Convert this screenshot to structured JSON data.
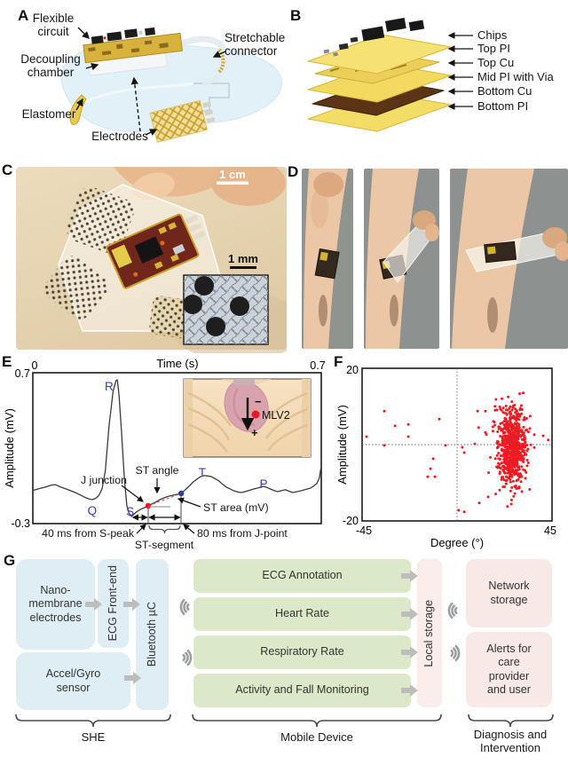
{
  "colors": {
    "she_box": "#dfeef5",
    "mobile_box": "#dbe9c8",
    "cloud_box": "#f8e9e6",
    "local_box": "#f9ecea",
    "arrow_gray": "#bdbdbd",
    "wireless_gray": "#9aa0a0",
    "brace": "#4a4a4a",
    "ecg_line": "#3c3c3c",
    "wave_label_blue": "#3a3ab8",
    "red": "#e8191c",
    "st_dash_red": "#e05a5a",
    "blue_dot": "#2f3d9e",
    "scatter_red": "#ed1c24",
    "gold": "#d9b23b",
    "pale_gold": "#f4dd66",
    "dark_cu": "#5a3414",
    "elastomer_blue": "#dff0f7"
  },
  "panel_labels": {
    "a": "A",
    "b": "B",
    "c": "C",
    "d": "D",
    "e": "E",
    "f": "F",
    "g": "G"
  },
  "panelA": {
    "flexible_circuit": "Flexible\ncircuit",
    "stretchable_connector": "Stretchable\nconnector",
    "decoupling_chamber": "Decoupling\nchamber",
    "elastomer": "Elastomer",
    "electrodes": "Electrodes"
  },
  "panelB": {
    "layers": [
      "Chips",
      "Top PI",
      "Top Cu",
      "Mid PI with Via",
      "Bottom Cu",
      "Bottom PI"
    ]
  },
  "panelC": {
    "scale_main": "1 cm",
    "scale_inset": "1 mm"
  },
  "panelE_inset": {
    "label": "MLV2",
    "minus": "−",
    "plus": "+"
  },
  "chart_data": [
    {
      "id": "panelE_ecg",
      "type": "line",
      "xlabel": "Time (s)",
      "ylabel": "Amplitude (mV)",
      "xlim": [
        0,
        0.7
      ],
      "ylim": [
        -0.3,
        0.7
      ],
      "xticks": [
        "0",
        "0.7"
      ],
      "yticks": [
        "0.7",
        "-0.3"
      ],
      "series": [
        {
          "name": "ECG lead MLV2",
          "points": [
            [
              0,
              -0.08
            ],
            [
              0.015,
              -0.068
            ],
            [
              0.03,
              -0.058
            ],
            [
              0.045,
              -0.045
            ],
            [
              0.055,
              -0.042
            ],
            [
              0.065,
              -0.055
            ],
            [
              0.075,
              -0.065
            ],
            [
              0.09,
              -0.08
            ],
            [
              0.103,
              -0.094
            ],
            [
              0.115,
              -0.11
            ],
            [
              0.125,
              -0.124
            ],
            [
              0.135,
              -0.135
            ],
            [
              0.144,
              -0.141
            ],
            [
              0.152,
              -0.133
            ],
            [
              0.16,
              -0.115
            ],
            [
              0.168,
              -0.07
            ],
            [
              0.176,
              0.05
            ],
            [
              0.185,
              0.35
            ],
            [
              0.195,
              0.58
            ],
            [
              0.202,
              0.648
            ],
            [
              0.205,
              0.653
            ],
            [
              0.209,
              0.56
            ],
            [
              0.215,
              0.32
            ],
            [
              0.222,
              0.0
            ],
            [
              0.228,
              -0.18
            ],
            [
              0.233,
              -0.229
            ],
            [
              0.239,
              -0.253
            ],
            [
              0.245,
              -0.238
            ],
            [
              0.252,
              -0.222
            ],
            [
              0.261,
              -0.206
            ],
            [
              0.271,
              -0.194
            ],
            [
              0.28,
              -0.182
            ],
            [
              0.29,
              -0.168
            ],
            [
              0.297,
              -0.159
            ],
            [
              0.308,
              -0.142
            ],
            [
              0.319,
              -0.129
            ],
            [
              0.33,
              -0.118
            ],
            [
              0.34,
              -0.112
            ],
            [
              0.35,
              -0.106
            ],
            [
              0.36,
              -0.1
            ],
            [
              0.37,
              -0.075
            ],
            [
              0.379,
              -0.053
            ],
            [
              0.39,
              -0.022
            ],
            [
              0.398,
              -0.006
            ],
            [
              0.407,
              0.012
            ],
            [
              0.416,
              0.018
            ],
            [
              0.424,
              0.016
            ],
            [
              0.433,
              0.012
            ],
            [
              0.442,
              -0.002
            ],
            [
              0.452,
              -0.018
            ],
            [
              0.461,
              -0.04
            ],
            [
              0.47,
              -0.059
            ],
            [
              0.48,
              -0.072
            ],
            [
              0.487,
              -0.082
            ],
            [
              0.497,
              -0.09
            ],
            [
              0.506,
              -0.094
            ],
            [
              0.515,
              -0.088
            ],
            [
              0.523,
              -0.082
            ],
            [
              0.534,
              -0.072
            ],
            [
              0.545,
              -0.065
            ],
            [
              0.553,
              -0.058
            ],
            [
              0.56,
              -0.053
            ],
            [
              0.568,
              -0.06
            ],
            [
              0.577,
              -0.071
            ],
            [
              0.585,
              -0.08
            ],
            [
              0.594,
              -0.088
            ],
            [
              0.603,
              -0.082
            ],
            [
              0.613,
              -0.076
            ],
            [
              0.622,
              -0.085
            ],
            [
              0.631,
              -0.094
            ],
            [
              0.641,
              -0.088
            ],
            [
              0.652,
              -0.082
            ],
            [
              0.663,
              -0.073
            ],
            [
              0.674,
              -0.065
            ],
            [
              0.681,
              -0.052
            ],
            [
              0.689,
              -0.035
            ],
            [
              0.695,
              0.0
            ],
            [
              0.7,
              0.082
            ]
          ]
        }
      ],
      "key_points": {
        "j_point": [
          0.28,
          -0.182
        ],
        "st_end": [
          0.36,
          -0.1
        ]
      },
      "wave_labels": [
        {
          "text": "R",
          "x": 0.185,
          "y": 0.606
        },
        {
          "text": "Q",
          "x": 0.144,
          "y": -0.218
        },
        {
          "text": "S",
          "x": 0.236,
          "y": -0.224
        },
        {
          "text": "T",
          "x": 0.411,
          "y": 0.035
        },
        {
          "text": "P",
          "x": 0.56,
          "y": -0.041
        }
      ],
      "annotations": {
        "j_junction": "J junction",
        "st_angle": "ST angle",
        "st_area": "ST area (mV)",
        "ms40": "40 ms from S-peak",
        "st_segment": "ST-segment",
        "ms80": "80 ms from J-point"
      }
    },
    {
      "id": "panelF_scatter",
      "type": "scatter",
      "xlabel": "Degree (°)",
      "ylabel": "Amplitude (mV)",
      "xlim": [
        -45,
        45
      ],
      "ylim": [
        -20,
        20
      ],
      "xticks": [
        "-45",
        "45"
      ],
      "yticks": [
        "20",
        "-20"
      ],
      "crosshair": {
        "x": 0,
        "y": 0
      },
      "cluster": {
        "cx": 26,
        "cy": -0.5,
        "sx": 3.2,
        "sy": 4.8,
        "n": 650
      },
      "halo": {
        "cx": 25,
        "cy": -0.5,
        "sx": 6.5,
        "sy": 7.5,
        "n": 70
      },
      "outliers": [
        [
          -34.5,
          8.8
        ],
        [
          -29.4,
          4.9
        ],
        [
          -23.1,
          5.3
        ],
        [
          -23.1,
          2.1
        ],
        [
          -8.4,
          6.7
        ],
        [
          -34.5,
          -0.2
        ],
        [
          -5.5,
          -0.2
        ],
        [
          -11.3,
          -3.7
        ],
        [
          -12.6,
          -6.3
        ],
        [
          -13.9,
          -8.4
        ],
        [
          -10.5,
          -8.4
        ],
        [
          2.5,
          -0.7
        ],
        [
          3.4,
          -2.1
        ],
        [
          8.4,
          0.2
        ],
        [
          9.7,
          8.8
        ],
        [
          13.4,
          8.8
        ],
        [
          18.9,
          9.1
        ],
        [
          28.6,
          7.2
        ],
        [
          32,
          6.5
        ],
        [
          34.5,
          4.2
        ],
        [
          36.6,
          2.6
        ],
        [
          40.8,
          2.3
        ],
        [
          30.3,
          -3.7
        ],
        [
          28.6,
          -5.1
        ],
        [
          21.8,
          -6.7
        ],
        [
          20.2,
          -11.9
        ],
        [
          14.7,
          -13.7
        ],
        [
          10.5,
          -15.3
        ],
        [
          3.4,
          -17.6
        ],
        [
          0.8,
          -17.2
        ],
        [
          -42.9,
          2.1
        ],
        [
          43.2,
          1.2
        ],
        [
          25.4,
          -9.8
        ],
        [
          17.2,
          6.1
        ],
        [
          22.5,
          8.3
        ]
      ]
    }
  ],
  "panelG": {
    "nano": "Nano-\nmembrane\nelectrodes",
    "frontend": "ECG Front-end",
    "bluetooth": "Bluetooth µC",
    "accel": "Accel/Gyro\nsensor",
    "mobile": [
      "ECG Annotation",
      "Heart Rate",
      "Respiratory Rate",
      "Activity and Fall Monitoring"
    ],
    "local_storage": "Local storage",
    "network": "Network\nstorage",
    "alerts": "Alerts for\ncare\nprovider\nand user",
    "brace_she": "SHE",
    "brace_mobile": "Mobile Device",
    "brace_diagnosis": "Diagnosis and\nIntervention"
  }
}
